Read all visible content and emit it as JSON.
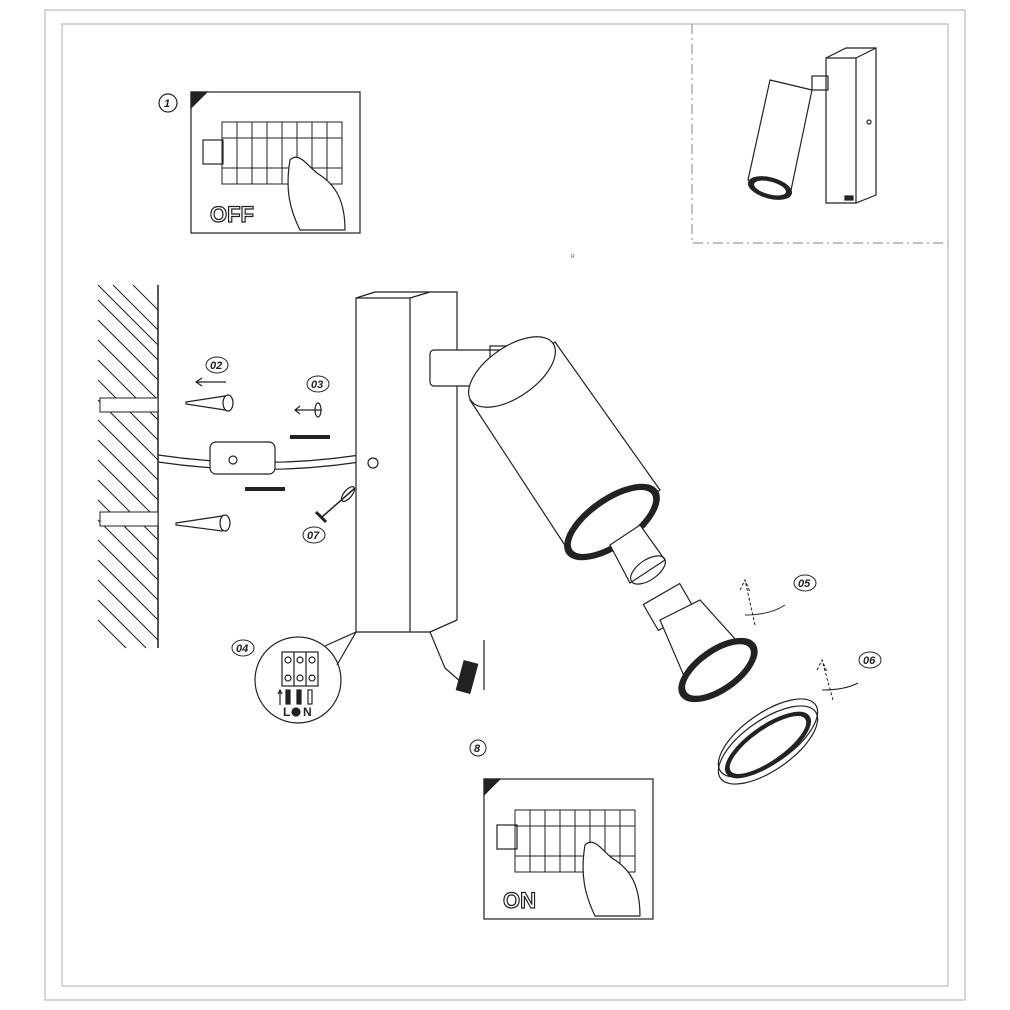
{
  "steps": {
    "s1": "1",
    "s2": "02",
    "s3": "03",
    "s4": "04",
    "s5": "05",
    "s6": "06",
    "s7": "07",
    "s8": "8"
  },
  "breaker": {
    "off": "OFF",
    "on": "ON"
  },
  "wiring": {
    "live": "L",
    "neutral": "N"
  },
  "marker": "R",
  "colors": {
    "line": "#222222",
    "frame": "#bbbbbb",
    "dash": "#999999"
  }
}
